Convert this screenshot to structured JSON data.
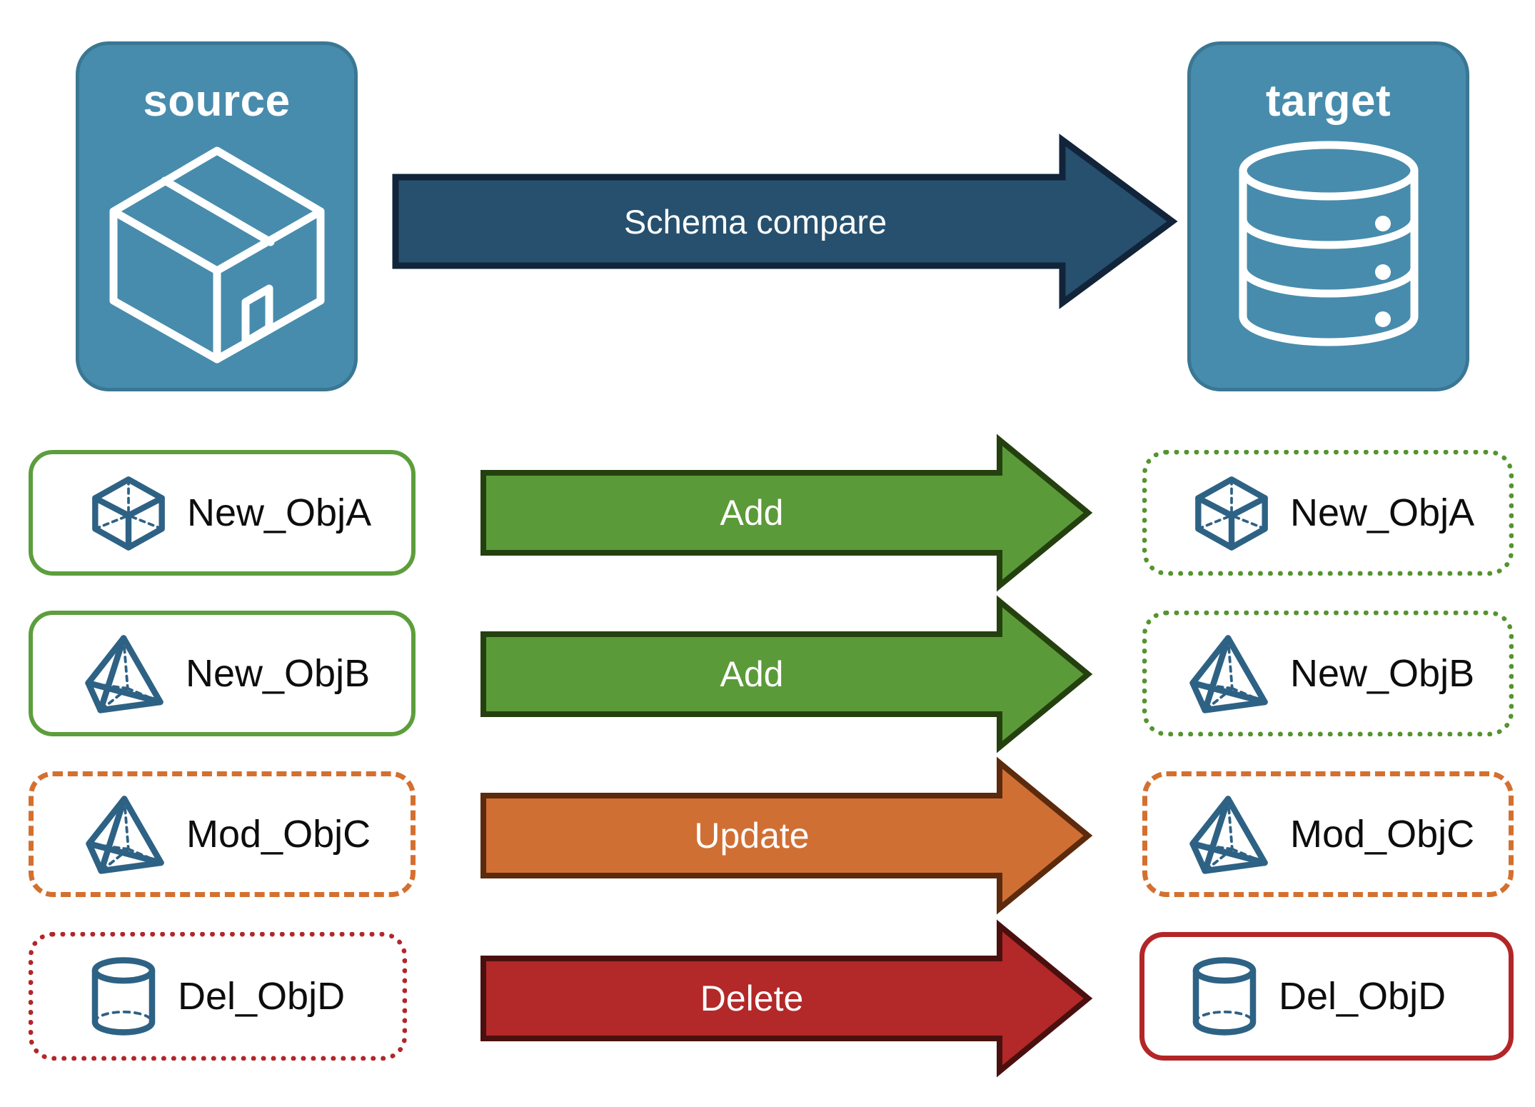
{
  "diagram": {
    "title": "Schema compare source to target",
    "endpoints": {
      "source": {
        "label": "source",
        "icon": "package-box-icon"
      },
      "target": {
        "label": "target",
        "icon": "database-cylinder-icon"
      }
    },
    "main_arrow": {
      "label": "Schema compare",
      "icon": "right-arrow-icon",
      "fill": "#26506E",
      "stroke": "#12243A"
    },
    "rows": [
      {
        "left": {
          "name": "New_ObjA",
          "icon": "wireframe-cube-icon",
          "border_style": "solid",
          "border_color": "#5C9E3C"
        },
        "action": {
          "label": "Add",
          "fill": "#5B9A38",
          "stroke": "#24400F"
        },
        "right": {
          "name": "New_ObjA",
          "icon": "wireframe-cube-icon",
          "border_style": "dotted",
          "border_color": "#54942F"
        }
      },
      {
        "left": {
          "name": "New_ObjB",
          "icon": "wireframe-pyramid-icon",
          "border_style": "solid",
          "border_color": "#5C9E3C"
        },
        "action": {
          "label": "Add",
          "fill": "#5B9A38",
          "stroke": "#24400F"
        },
        "right": {
          "name": "New_ObjB",
          "icon": "wireframe-pyramid-icon",
          "border_style": "dotted",
          "border_color": "#54942F"
        }
      },
      {
        "left": {
          "name": "Mod_ObjC",
          "icon": "wireframe-pyramid-icon",
          "border_style": "dashed",
          "border_color": "#D4702F"
        },
        "action": {
          "label": "Update",
          "fill": "#D06F34",
          "stroke": "#5C2A0C"
        },
        "right": {
          "name": "Mod_ObjC",
          "icon": "wireframe-pyramid-icon",
          "border_style": "dashed",
          "border_color": "#D4702F"
        }
      },
      {
        "left": {
          "name": "Del_ObjD",
          "icon": "wireframe-cylinder-icon",
          "border_style": "dotted",
          "border_color": "#B32628"
        },
        "action": {
          "label": "Delete",
          "fill": "#B32828",
          "stroke": "#4A100F"
        },
        "right": {
          "name": "Del_ObjD",
          "icon": "wireframe-cylinder-icon",
          "border_style": "solid",
          "border_color": "#B32628"
        }
      }
    ],
    "colors": {
      "endpoint_fill": "#478CAD",
      "endpoint_stroke": "#3A7793",
      "object_icon": "#2E6285",
      "add_green": "#5B9A38",
      "update_orange": "#D06F34",
      "delete_red": "#B32828",
      "compare_blue": "#26506E",
      "text_dark": "#0D0D0D",
      "text_light": "#FFFFFF",
      "background": "#FFFFFF"
    }
  }
}
